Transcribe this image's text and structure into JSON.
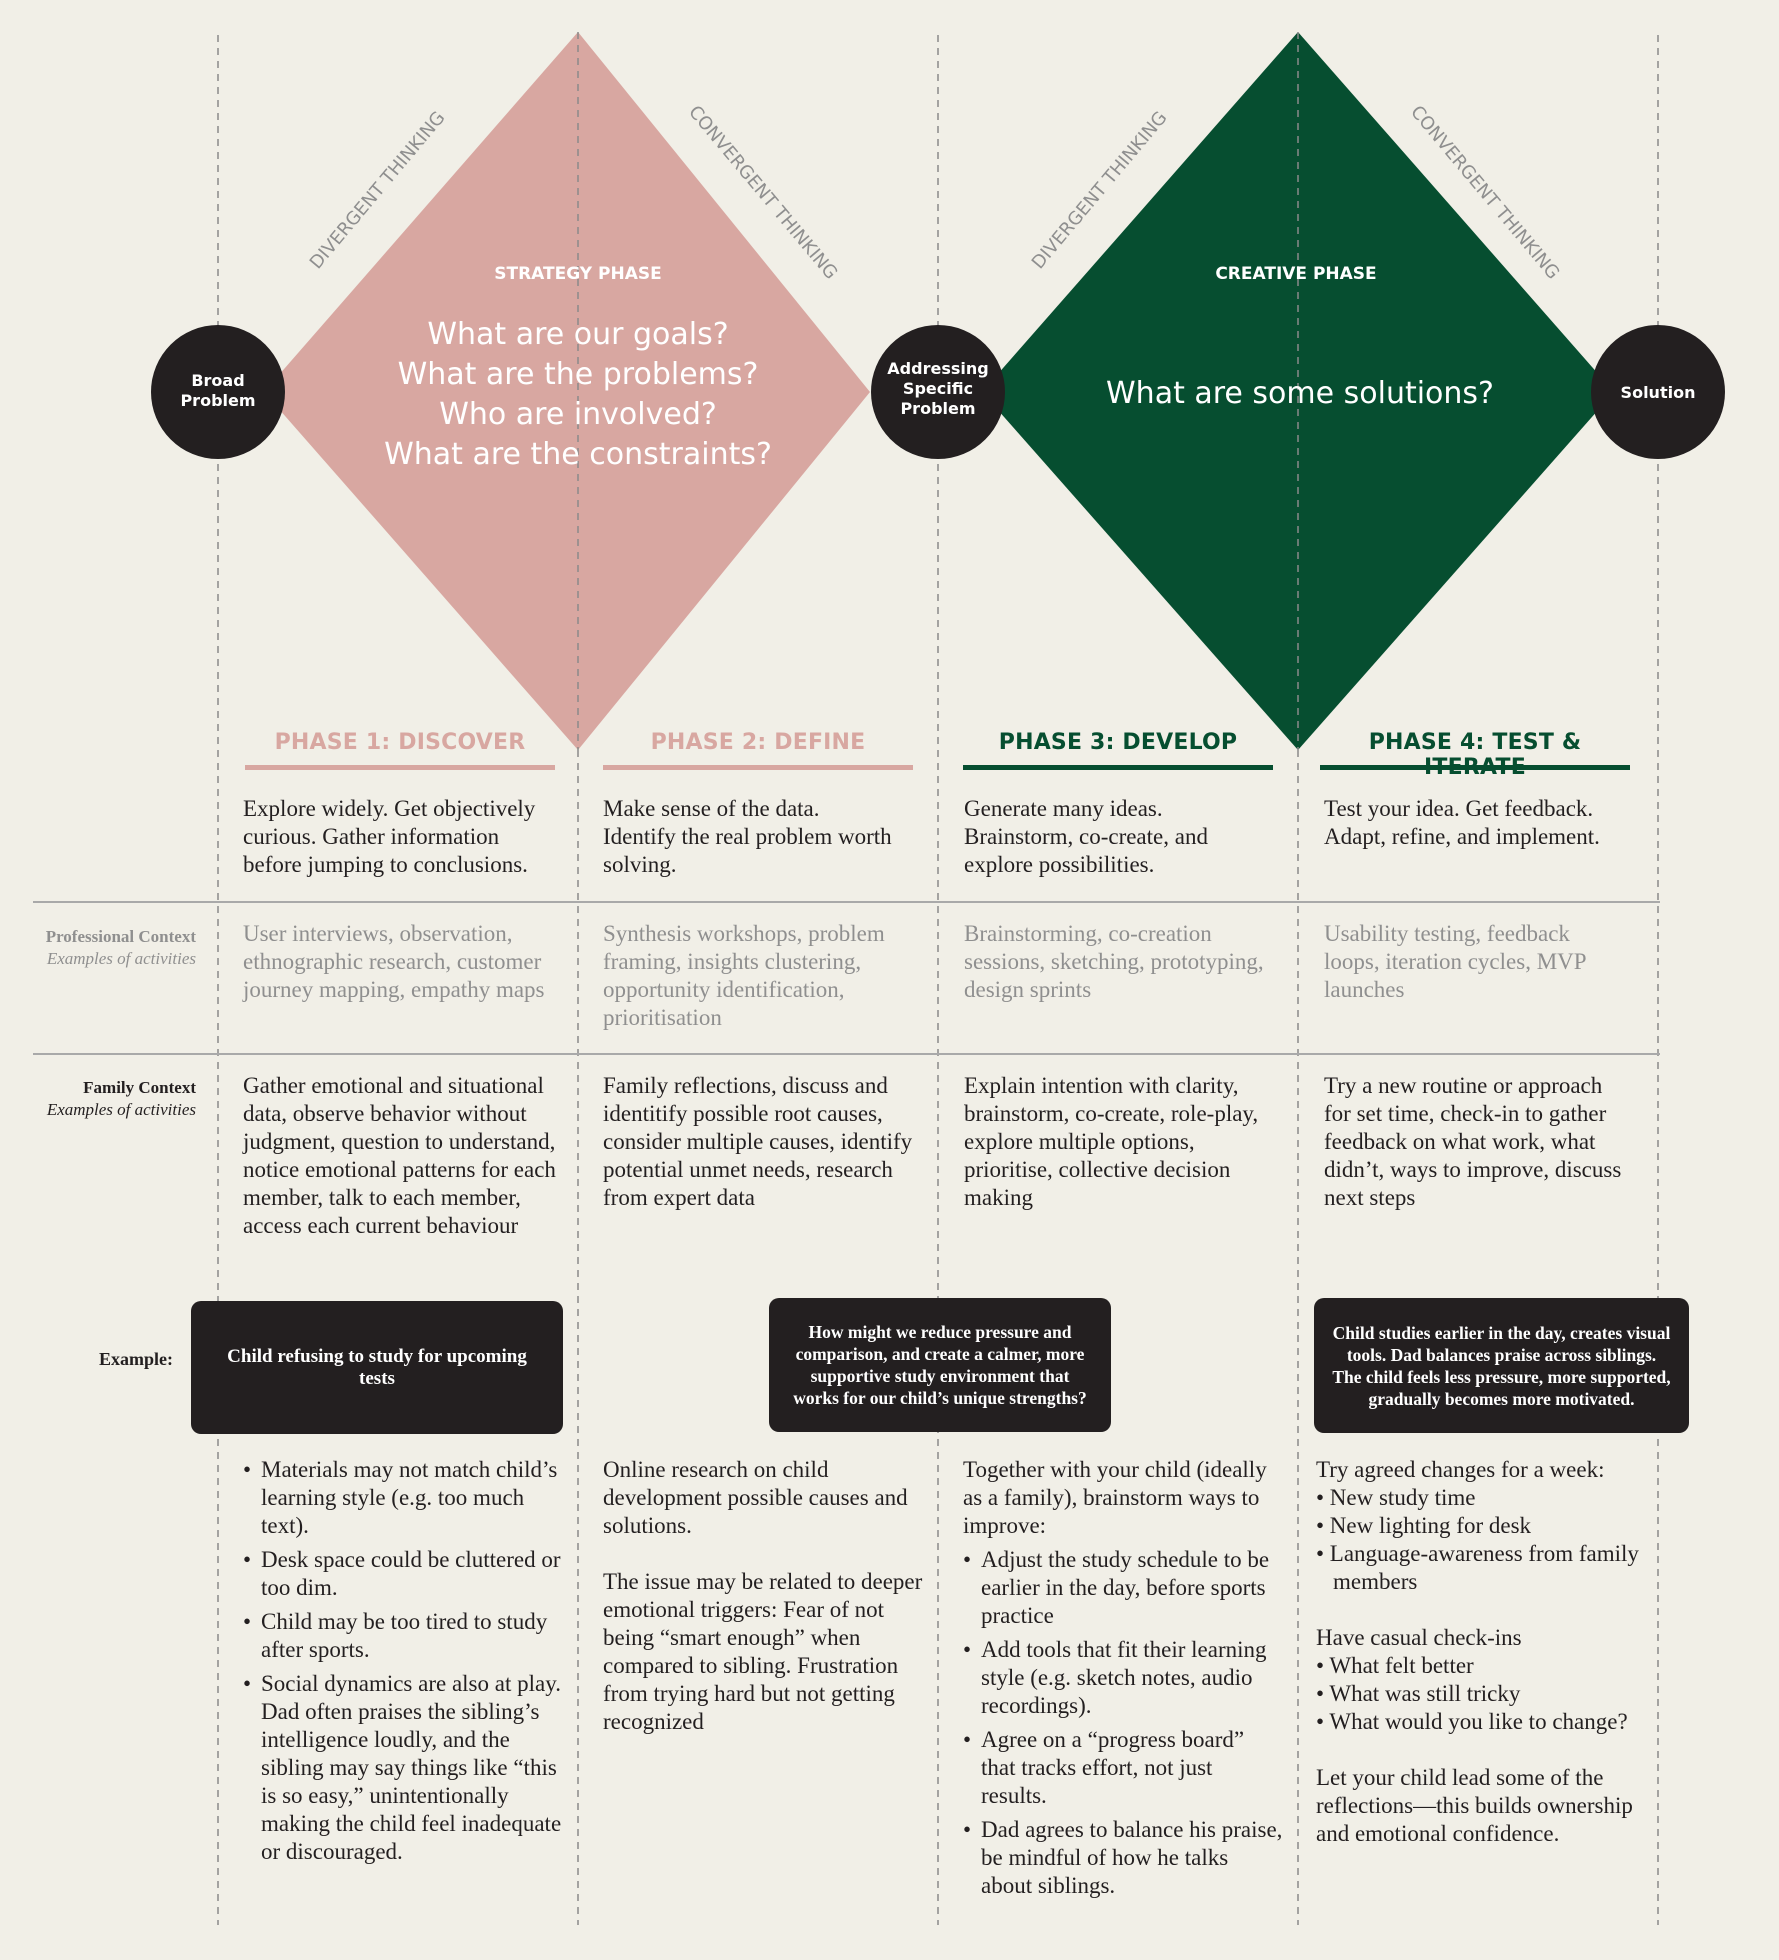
{
  "diagram": {
    "strategy_phase_label": "STRATEGY PHASE",
    "strategy_questions": [
      "What are our goals?",
      "What are the problems?",
      "Who are involved?",
      "What are the constraints?"
    ],
    "creative_phase_label": "CREATIVE PHASE",
    "creative_question": "What are some solutions?",
    "divergent_label": "DIVERGENT THINKING",
    "convergent_label": "CONVERGENT THINKING",
    "nodes": [
      {
        "lines": [
          "Broad",
          "Problem"
        ]
      },
      {
        "lines": [
          "Addressing",
          "Specific",
          "Problem"
        ]
      },
      {
        "lines": [
          "Solution"
        ]
      }
    ],
    "colors": {
      "pink": "#d8a7a1",
      "green": "#064e30",
      "dark": "#231f20",
      "background": "#f1efe7"
    }
  },
  "phases": [
    {
      "title": "PHASE 1: DISCOVER",
      "desc": "Explore widely. Get objectively curious. Gather information before jumping to conclusions.",
      "professional": "User interviews, observation, ethnographic research, customer journey mapping, empathy maps",
      "family": "Gather emotional and situational data, observe behavior without judgment, question to understand, notice emotional patterns for each member, talk to each member, access each current behaviour"
    },
    {
      "title": "PHASE 2: DEFINE",
      "desc": "Make sense of the data. Identify the real problem worth solving.",
      "professional": "Synthesis workshops, problem framing, insights clustering, opportunity identification, prioritisation",
      "family": "Family reflections, discuss and identitify possible root causes, consider multiple causes, identify potential unmet needs, research from expert data"
    },
    {
      "title": "PHASE 3: DEVELOP",
      "desc": "Generate many ideas. Brainstorm, co-create, and explore possibilities.",
      "professional": "Brainstorming, co-creation sessions, sketching, prototyping, design sprints",
      "family": "Explain intention with clarity, brainstorm, co-create, role-play, explore multiple options, prioritise, collective decision making"
    },
    {
      "title": "PHASE 4: TEST & ITERATE",
      "desc": "Test your idea. Get feedback. Adapt, refine, and implement.",
      "professional": "Usability testing, feedback loops, iteration cycles, MVP launches",
      "family": "Try a new routine or approach for set time, check-in to gather feedback on what work, what didn’t, ways to improve, discuss next steps"
    }
  ],
  "row_labels": {
    "professional_main": "Professional Context",
    "professional_sub": "Examples of activities",
    "family_main": "Family Context",
    "family_sub": "Examples of activities",
    "example": "Example:"
  },
  "example_boxes": {
    "problem": "Child refusing to study for upcoming tests",
    "hmw": "How might we reduce pressure and comparison, and create a calmer, more supportive study environment that works for our child’s unique strengths?",
    "outcome": "Child studies earlier in the day, creates visual tools. Dad balances praise across siblings. The child feels less pressure, more supported, gradually becomes more motivated."
  },
  "examples": {
    "col1_bullets": [
      "Materials may not match child’s learning style (e.g. too much text).",
      "Desk space could be cluttered or too dim.",
      "Child may be too tired to study after sports.",
      "Social dynamics are also at play. Dad often praises the sibling’s intelligence loudly, and the sibling may say things like “this is so easy,” unintentionally making the child feel inadequate or discouraged."
    ],
    "col2_p1": "Online research on child development possible causes and solutions.",
    "col2_p2": "The issue may be related to deeper emotional triggers: Fear of not being “smart enough” when compared to sibling. Frustration from trying hard but not getting recognized",
    "col3_intro": "Together with your child (ideally as a family), brainstorm ways to improve:",
    "col3_bullets": [
      "Adjust the study schedule to be earlier in the day, before sports practice",
      "Add tools that fit their learning style (e.g. sketch notes, audio recordings).",
      "Agree on a “progress board” that tracks effort, not just results.",
      "Dad agrees to balance his praise, be mindful of how he talks about siblings."
    ],
    "col4_intro": "Try agreed changes for a week:",
    "col4_list1": [
      "• New study time",
      "• New lighting for desk",
      "• Language-awareness from family members"
    ],
    "col4_mid": "Have casual check-ins",
    "col4_list2": [
      "• What felt better",
      "• What was still tricky",
      "• What would you like to change?"
    ],
    "col4_outro": "Let your child lead some of the reflections—this builds ownership and emotional confidence."
  }
}
